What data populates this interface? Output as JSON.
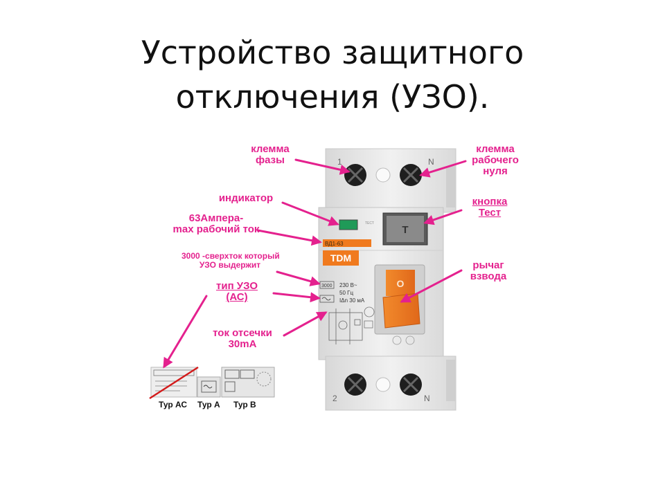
{
  "title": {
    "line1": "Устройство защитного",
    "line2": "отключения (УЗО)."
  },
  "labels": {
    "phase_terminal": [
      "клемма",
      "фазы"
    ],
    "neutral_terminal": [
      "клемма",
      "рабочего",
      "нуля"
    ],
    "indicator": "индикатор",
    "rated_current": [
      "63Ампера-",
      "max рабочий ток"
    ],
    "overcurrent": [
      "3000 -сверхток который",
      "УЗО выдержит"
    ],
    "rcd_type": [
      "тип УЗО",
      "(АС)"
    ],
    "test_button": [
      "кнопка",
      "Тест"
    ],
    "lever": [
      "рычаг",
      "взвода"
    ],
    "trip_current": [
      "ток отсечки",
      "30mA"
    ]
  },
  "device": {
    "terminal_top_left": "1",
    "terminal_top_right": "N",
    "terminal_bottom_left": "2",
    "terminal_bottom_right": "N",
    "test_caption": "ТЕСТ",
    "test_key": "T",
    "model_strip": "ВД1-63",
    "brand": "TDM",
    "breaking_capacity": "3000",
    "voltage": "230 В~",
    "frequency": "50 Гц",
    "leakage": "IΔn 30 мА",
    "lever_symbol": "O"
  },
  "types": {
    "ac": "Тур АС",
    "a": "Тур А",
    "b": "Тур В"
  },
  "colors": {
    "accent": "#e4218e",
    "orange": "#f07a1e",
    "body": "#e9e9e9"
  }
}
